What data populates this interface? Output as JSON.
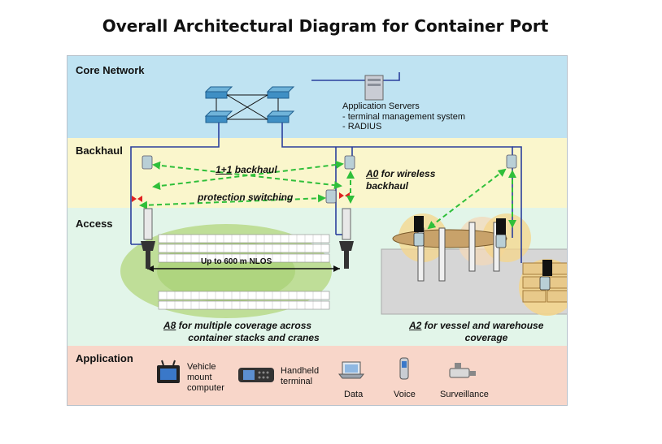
{
  "title": "Overall Architectural Diagram for Container Port",
  "layers": {
    "core": "Core Network",
    "backhaul": "Backhaul",
    "access": "Access",
    "application": "Application"
  },
  "servers": {
    "heading": "Application Servers",
    "line1": "- terminal management system",
    "line2": "- RADIUS"
  },
  "backhaul_labels": {
    "primary_id": "1+1",
    "primary_rest": " backhaul",
    "protection": "protection switching",
    "wireless_id": "A0",
    "wireless_rest": " for wireless",
    "wireless_line2": "backhaul"
  },
  "access_labels": {
    "distance": "Up to 600 m NLOS",
    "coverage_id": "A8",
    "coverage_rest": " for multiple coverage across",
    "coverage_line2": "container stacks and cranes",
    "vessel_id": "A2",
    "vessel_rest": " for vessel and warehouse",
    "vessel_line2": "coverage"
  },
  "devices": {
    "vehicle_1": "Vehicle",
    "vehicle_2": "mount",
    "vehicle_3": "computer",
    "handheld_1": "Handheld",
    "handheld_2": "terminal",
    "data": "Data",
    "voice": "Voice",
    "surveillance": "Surveillance"
  },
  "colors": {
    "core_band": "#bfe3f2",
    "backhaul_band": "#faf6cc",
    "access_band": "#e2f5e9",
    "application_band": "#f8d6c9",
    "fiber_line": "#2a3f9c",
    "wireless_link": "#2fbf3a"
  }
}
